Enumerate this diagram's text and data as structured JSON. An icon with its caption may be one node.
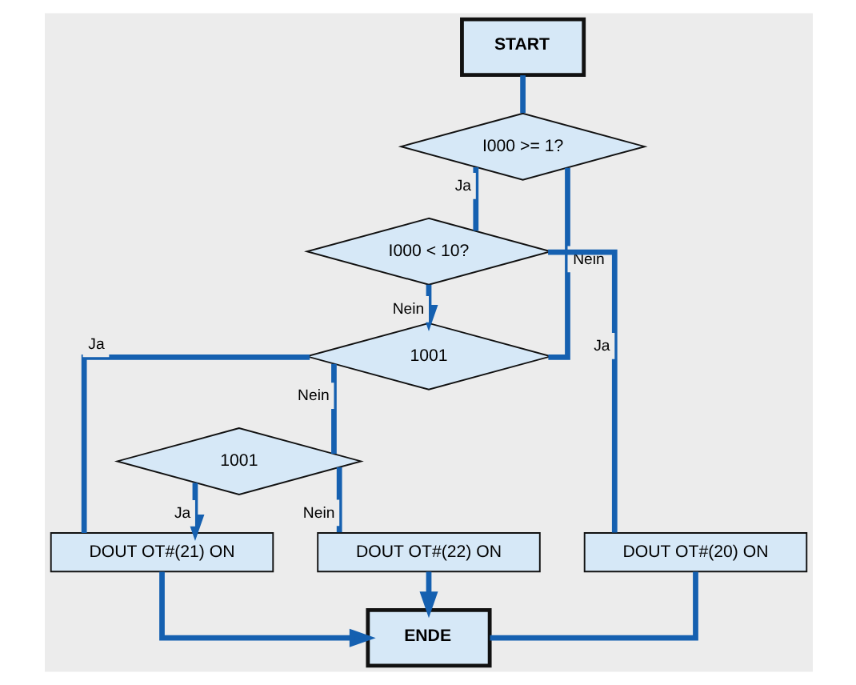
{
  "diagram": {
    "nodes": [
      {
        "text": [
          "START"
        ]
      },
      {
        "text": [
          "I000 >= 1?"
        ]
      },
      {
        "text": [
          "I000 < 10?"
        ]
      },
      {
        "text": [
          "1001"
        ]
      },
      {
        "text": [
          "1001"
        ]
      },
      {
        "text": [
          "DOUT OT#(20) ON"
        ]
      },
      {
        "text": [
          "DOUT OT#(21) ON"
        ]
      },
      {
        "text": [
          "DOUT OT#(22) ON"
        ]
      },
      {
        "text": [
          "ENDE"
        ]
      }
    ],
    "edges": [
      {
        "from": 0,
        "to": 1,
        "arrow": "none"
      },
      {
        "from": 1,
        "to": 2,
        "arrow": "none",
        "label": "Ja"
      },
      {
        "from": 1,
        "to": 3,
        "arrow": "none",
        "label": "Nein"
      },
      {
        "from": 2,
        "to": 3,
        "arrow": "to",
        "label": "Nein"
      },
      {
        "from": 2,
        "to": 5,
        "arrow": "none",
        "label": "Ja"
      },
      {
        "from": 3,
        "to": 4,
        "arrow": "none",
        "label": "Nein"
      },
      {
        "from": 3,
        "to": 6,
        "arrow": "none",
        "label": "Ja"
      },
      {
        "from": 4,
        "to": 6,
        "arrow": "to",
        "label": "Ja"
      },
      {
        "from": 4,
        "to": 7,
        "arrow": "none",
        "label": "Nein"
      },
      {
        "from": 5,
        "to": 8,
        "arrow": "none"
      },
      {
        "from": 6,
        "to": 8,
        "arrow": "to"
      },
      {
        "from": 7,
        "to": 8,
        "arrow": "to"
      }
    ]
  }
}
